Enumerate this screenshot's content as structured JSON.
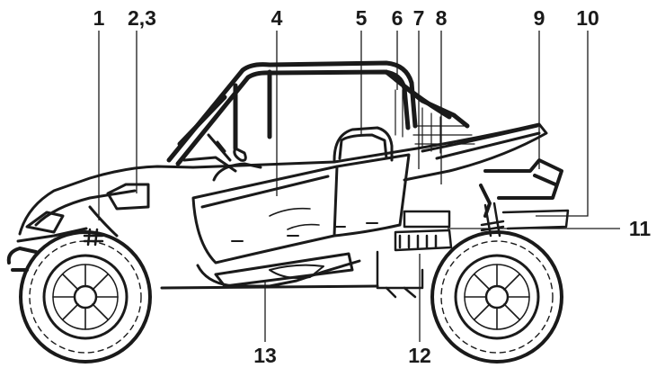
{
  "diagram": {
    "callouts": [
      {
        "id": "c1",
        "label": "1"
      },
      {
        "id": "c23",
        "label": "2,3"
      },
      {
        "id": "c4",
        "label": "4"
      },
      {
        "id": "c5",
        "label": "5"
      },
      {
        "id": "c6",
        "label": "6"
      },
      {
        "id": "c7",
        "label": "7"
      },
      {
        "id": "c8",
        "label": "8"
      },
      {
        "id": "c9",
        "label": "9"
      },
      {
        "id": "c10",
        "label": "10"
      },
      {
        "id": "c11",
        "label": "11"
      },
      {
        "id": "c12",
        "label": "12"
      },
      {
        "id": "c13",
        "label": "13"
      }
    ],
    "colors": {
      "ink": "#1a1a1a",
      "background": "#ffffff"
    }
  }
}
